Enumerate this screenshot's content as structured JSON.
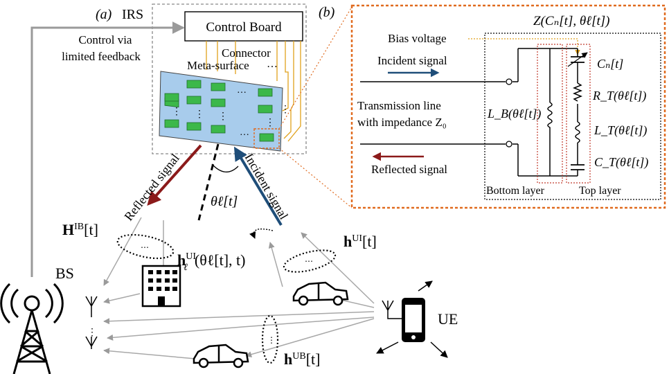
{
  "panel_a": {
    "tag": "(a)",
    "title": "IRS",
    "control_board": "Control Board",
    "connector": "Connector",
    "meta_surface": "Meta-surface",
    "feedback_line1": "Control via",
    "feedback_line2": "limited feedback",
    "dots": "…",
    "reflected_signal": "Reflected signal",
    "incident_signal": "Incident signal",
    "theta_label": "θℓ[t]",
    "H_IB": {
      "base": "H",
      "sup": "IB",
      "tail": "[t]"
    },
    "h_UI_l": {
      "base": "h",
      "sub": "ℓ",
      "sup": "UI",
      "tail": "(θℓ[t], t)"
    },
    "h_UI": {
      "base": "h",
      "sup": "UI",
      "tail": "[t]"
    },
    "h_UB": {
      "base": "h",
      "sup": "UB",
      "tail": "[t]"
    },
    "bs_label": "BS",
    "ue_label": "UE"
  },
  "panel_b": {
    "tag": "(b)",
    "impedance": "Z(Cₙ[t], θℓ[t])",
    "bias_voltage": "Bias voltage",
    "incident_signal": "Incident signal",
    "tx_line1": "Transmission line",
    "tx_line2": "with impedance Z₀",
    "reflected_signal": "Reflected signal",
    "L_B": "L_B(θℓ[t])",
    "C_n": "Cₙ[t]",
    "R_T": "R_T(θℓ[t])",
    "L_T": "L_T(θℓ[t])",
    "C_T": "C_T(θℓ[t])",
    "bottom_layer": "Bottom layer",
    "top_layer": "Top layer"
  },
  "colors": {
    "incident": "#1f4e79",
    "reflected": "#8b1a1a",
    "panel_border": "#e06a1e",
    "meta_surface": "#a8ccec",
    "element": "#3cb84a",
    "connector": "#e0a11b",
    "layer_box": "#c0392b"
  }
}
